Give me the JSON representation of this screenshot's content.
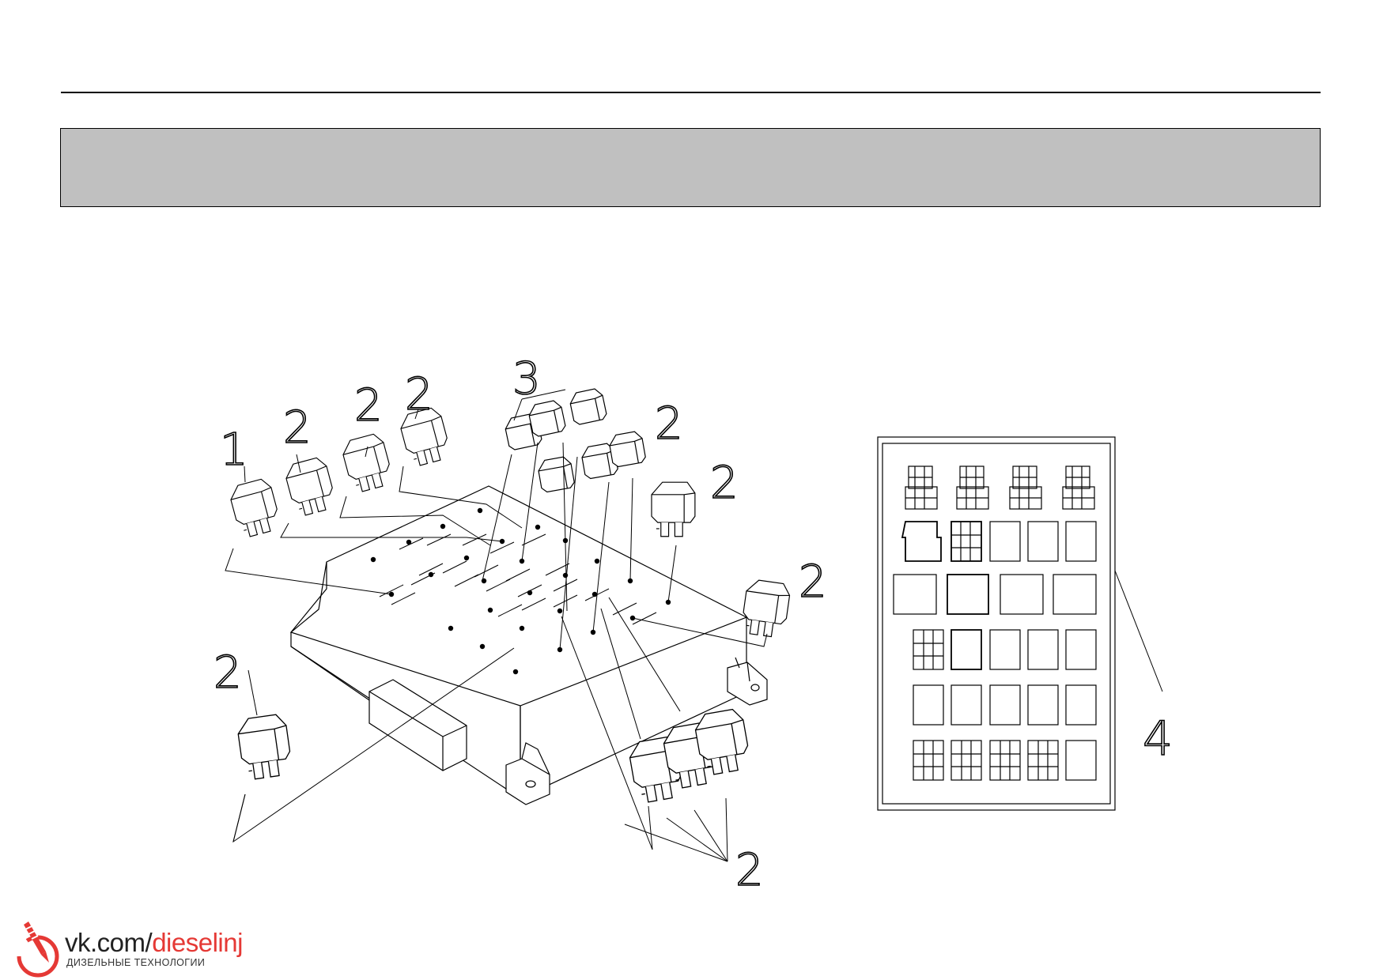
{
  "callouts": {
    "c1": "1",
    "c2a": "2",
    "c2b": "2",
    "c2c": "2",
    "c3": "3",
    "c2d": "2",
    "c2e": "2",
    "c2f": "2",
    "c2g": "2",
    "c2h": "2",
    "c4": "4"
  },
  "watermark": {
    "prefix": "vk.com/",
    "suffix": "dieselinj",
    "subtitle": "ДИЗЕЛЬНЫЕ ТЕХНОЛОГИИ",
    "accent_color": "#e53935"
  }
}
